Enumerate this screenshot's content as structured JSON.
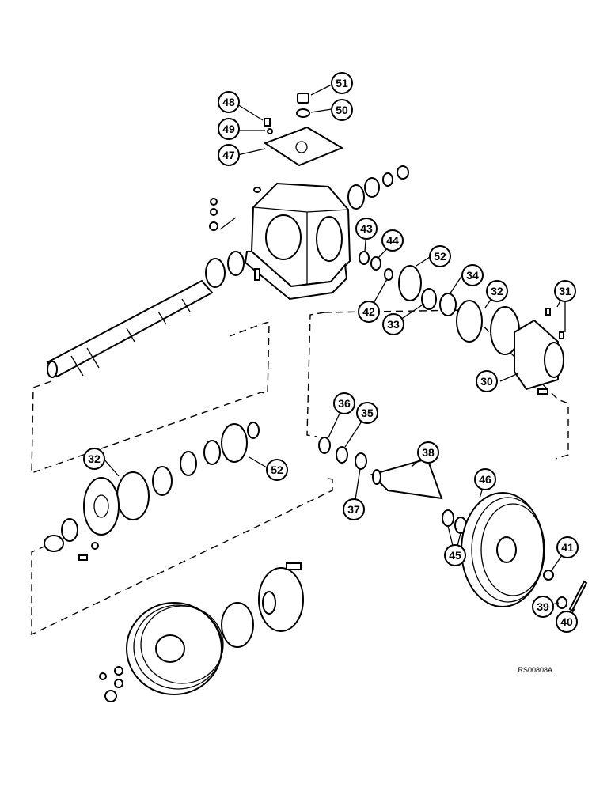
{
  "callouts": [
    "51",
    "50",
    "48",
    "49",
    "47",
    "43",
    "44",
    "52",
    "42",
    "34",
    "32",
    "33",
    "31",
    "30",
    "36",
    "35",
    "38",
    "32",
    "52",
    "37",
    "46",
    "41",
    "45",
    "39",
    "40"
  ],
  "drawing_ref": "RS00808A"
}
